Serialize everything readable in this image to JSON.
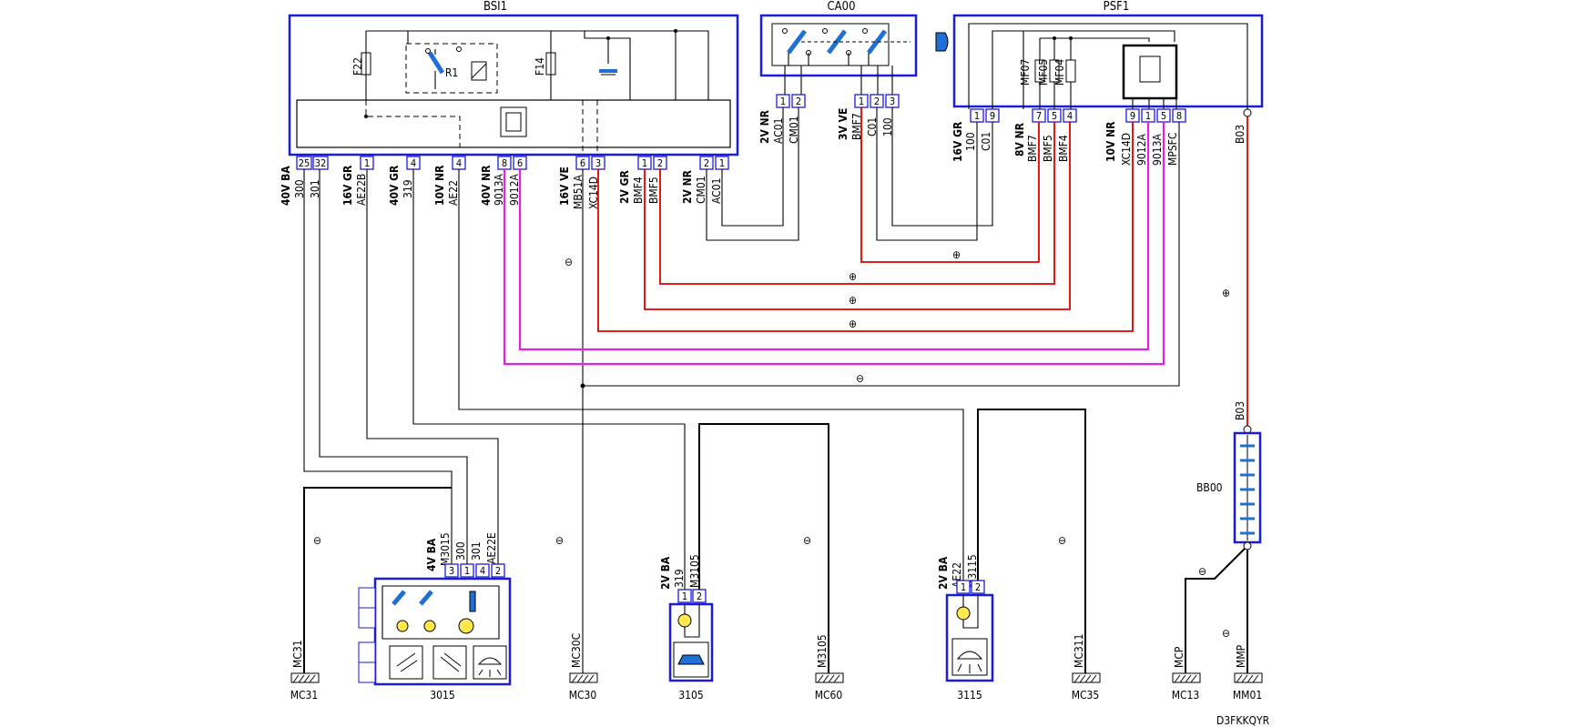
{
  "components": {
    "bsi1": {
      "name": "BSI1",
      "fuses": [
        "F22",
        "F14"
      ],
      "relay": "R1"
    },
    "ca00": {
      "name": "CA00"
    },
    "psf1": {
      "name": "PSF1",
      "fuses": [
        "MF07",
        "MF05",
        "MF04"
      ]
    },
    "c3015": {
      "name": "3015"
    },
    "c3105": {
      "name": "3105"
    },
    "c3115": {
      "name": "3115"
    },
    "battery": {
      "name": "BB00",
      "terminal": "B03"
    }
  },
  "bsi1_pins": [
    "25",
    "32",
    "1",
    "4",
    "4",
    "8",
    "6",
    "6",
    "3",
    "1",
    "2",
    "2",
    "1"
  ],
  "bsi1_connectors": [
    {
      "connector": "40V BA",
      "wires": [
        "300",
        "301"
      ]
    },
    {
      "connector": "16V GR",
      "wires": [
        "AE22B"
      ]
    },
    {
      "connector": "40V GR",
      "wires": [
        "319"
      ]
    },
    {
      "connector": "10V NR",
      "wires": [
        "AE22"
      ]
    },
    {
      "connector": "40V NR",
      "wires": [
        "9013A",
        "9012A"
      ]
    },
    {
      "connector": "16V VE",
      "wires": [
        "MB51A",
        "XC14D"
      ]
    },
    {
      "connector": "2V GR",
      "wires": [
        "BMF4",
        "BMF5"
      ]
    },
    {
      "connector": "2V NR",
      "wires": [
        "CM01",
        "AC01"
      ]
    }
  ],
  "ca00_pins": [
    "1",
    "2",
    "1",
    "2",
    "3"
  ],
  "ca00_connectors": [
    {
      "connector": "2V NR",
      "wires": [
        "AC01",
        "CM01"
      ]
    },
    {
      "connector": "3V VE",
      "wires": [
        "BMF7",
        "C01",
        "100"
      ]
    }
  ],
  "psf1_pins": [
    "1",
    "9",
    "7",
    "5",
    "4",
    "9",
    "1",
    "5",
    "8"
  ],
  "psf1_connectors": [
    {
      "connector": "16V GR",
      "wires": [
        "100",
        "C01"
      ]
    },
    {
      "connector": "8V NR",
      "wires": [
        "BMF7",
        "BMF5",
        "BMF4"
      ]
    },
    {
      "connector": "10V NR",
      "wires": [
        "XC14D",
        "9012A",
        "9013A",
        "MPSFC"
      ]
    }
  ],
  "psf1_b03": "B03",
  "c3015_pins": [
    "3",
    "1",
    "4",
    "2"
  ],
  "c3015_connector": {
    "connector": "4V BA",
    "wires": [
      "M3015",
      "300",
      "301",
      "AE22E"
    ]
  },
  "c3105_pins": [
    "1",
    "2"
  ],
  "c3105_connector": {
    "connector": "2V BA",
    "wires": [
      "319",
      "M3105"
    ]
  },
  "c3115_pins": [
    "1",
    "2"
  ],
  "c3115_connector": {
    "connector": "2V BA",
    "wires": [
      "AE22",
      "M3115"
    ]
  },
  "polarity": {
    "positive": "⊕",
    "negative": "⊖"
  },
  "grounds": [
    {
      "name": "MC31",
      "wire": "MC31"
    },
    {
      "name": "MC30",
      "wire": "MC30C"
    },
    {
      "name": "MC60",
      "wire": "M3105"
    },
    {
      "name": "MC35",
      "wire": "MC311"
    },
    {
      "name": "MC13",
      "wire": "MCP"
    },
    {
      "name": "MM01",
      "wire": "MMP"
    }
  ],
  "diagram_code": "D3FKKQYR",
  "colors": {
    "frame": "#1a1ae0",
    "wire": "#000000",
    "positive_wire": "#dd0000",
    "signal_wire": "#e61ee6",
    "relay_blue": "#1e6fd6",
    "lamp_yellow": "#ffe94d"
  }
}
